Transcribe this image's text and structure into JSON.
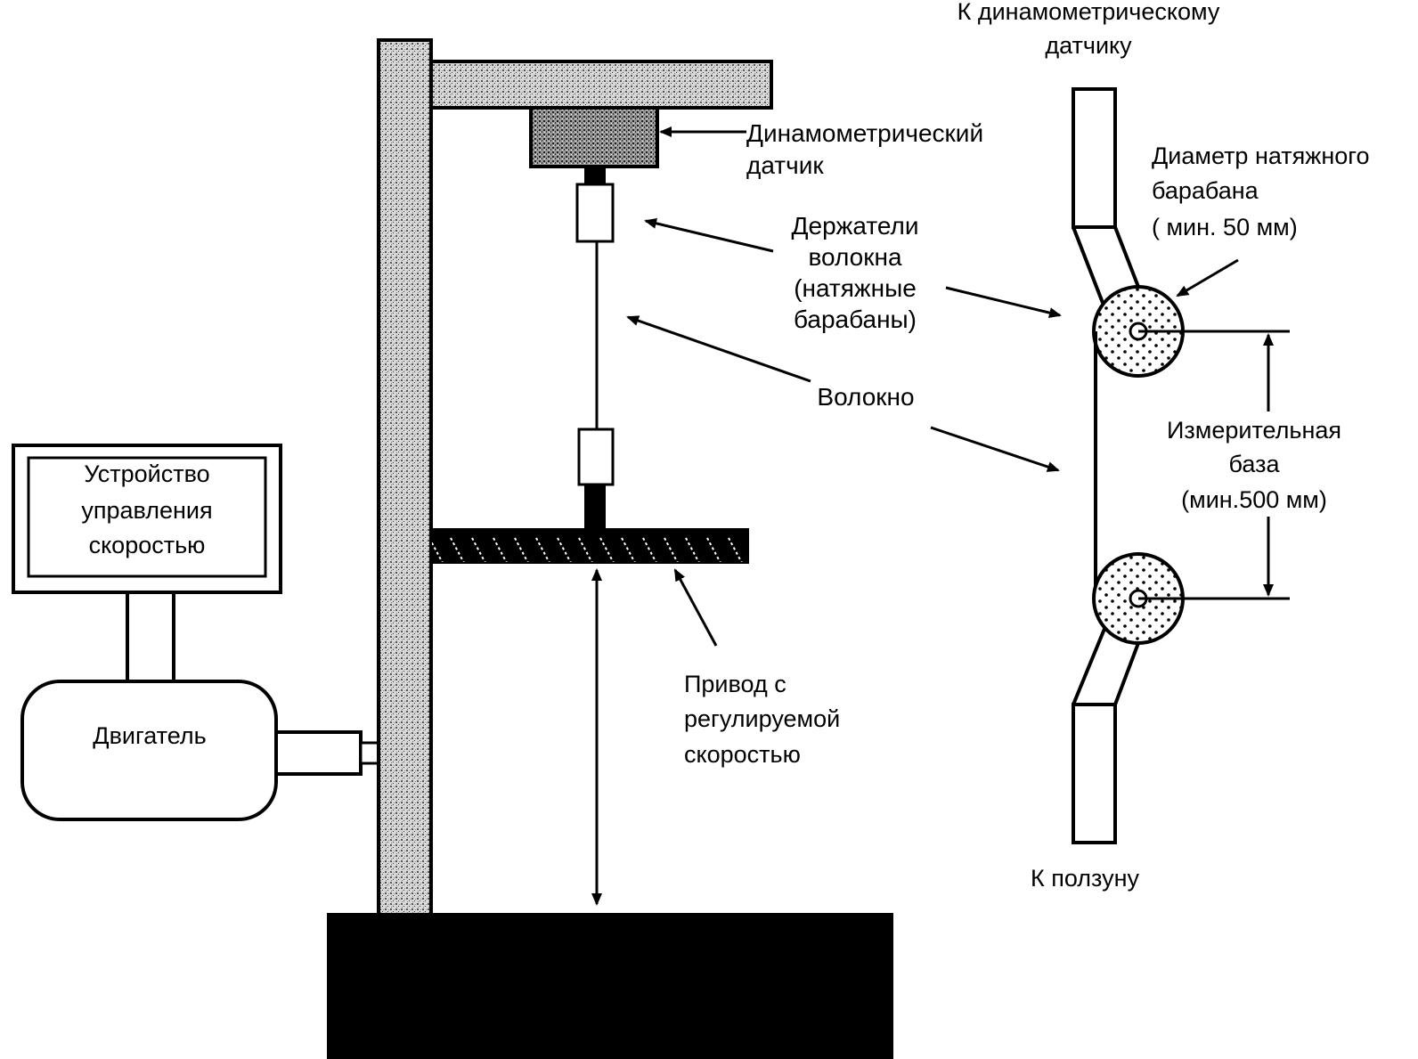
{
  "labels": {
    "speed_controller": [
      "Устройство",
      "управления",
      "скоростью"
    ],
    "motor": "Двигатель",
    "load_cell": [
      "Динамометрический",
      "датчик"
    ],
    "fiber_holders": [
      "Держатели",
      "волокна",
      "(натяжные",
      "барабаны)"
    ],
    "fiber": "Волокно",
    "drive": [
      "Привод с",
      "регулируемой",
      "скоростью"
    ],
    "to_load_cell": [
      "К динамометрическому",
      "датчику"
    ],
    "drum_diameter": [
      "Диаметр натяжного",
      "барабана",
      "( мин. 50 мм)"
    ],
    "gauge_length": [
      "Измерительная",
      "база",
      "(мин.500 мм)"
    ],
    "to_slider": "К ползуну"
  },
  "colors": {
    "ink": "#000000",
    "paper": "#ffffff",
    "stipple": "#b8b8b8"
  }
}
